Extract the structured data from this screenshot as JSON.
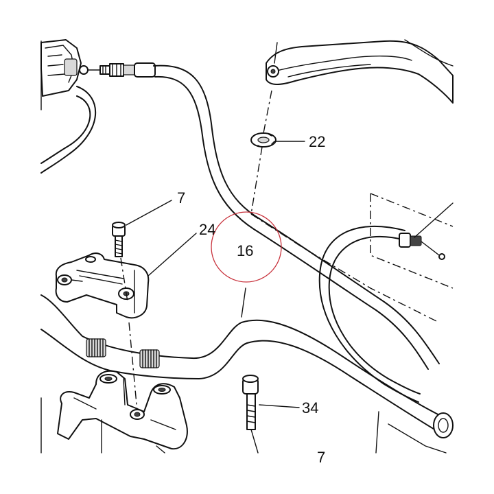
{
  "callouts": {
    "c7_top": "7",
    "c22": "22",
    "c24": "24",
    "c16": "16",
    "c34": "34",
    "c7_bottom": "7"
  },
  "highlight_color": "#c8323c"
}
